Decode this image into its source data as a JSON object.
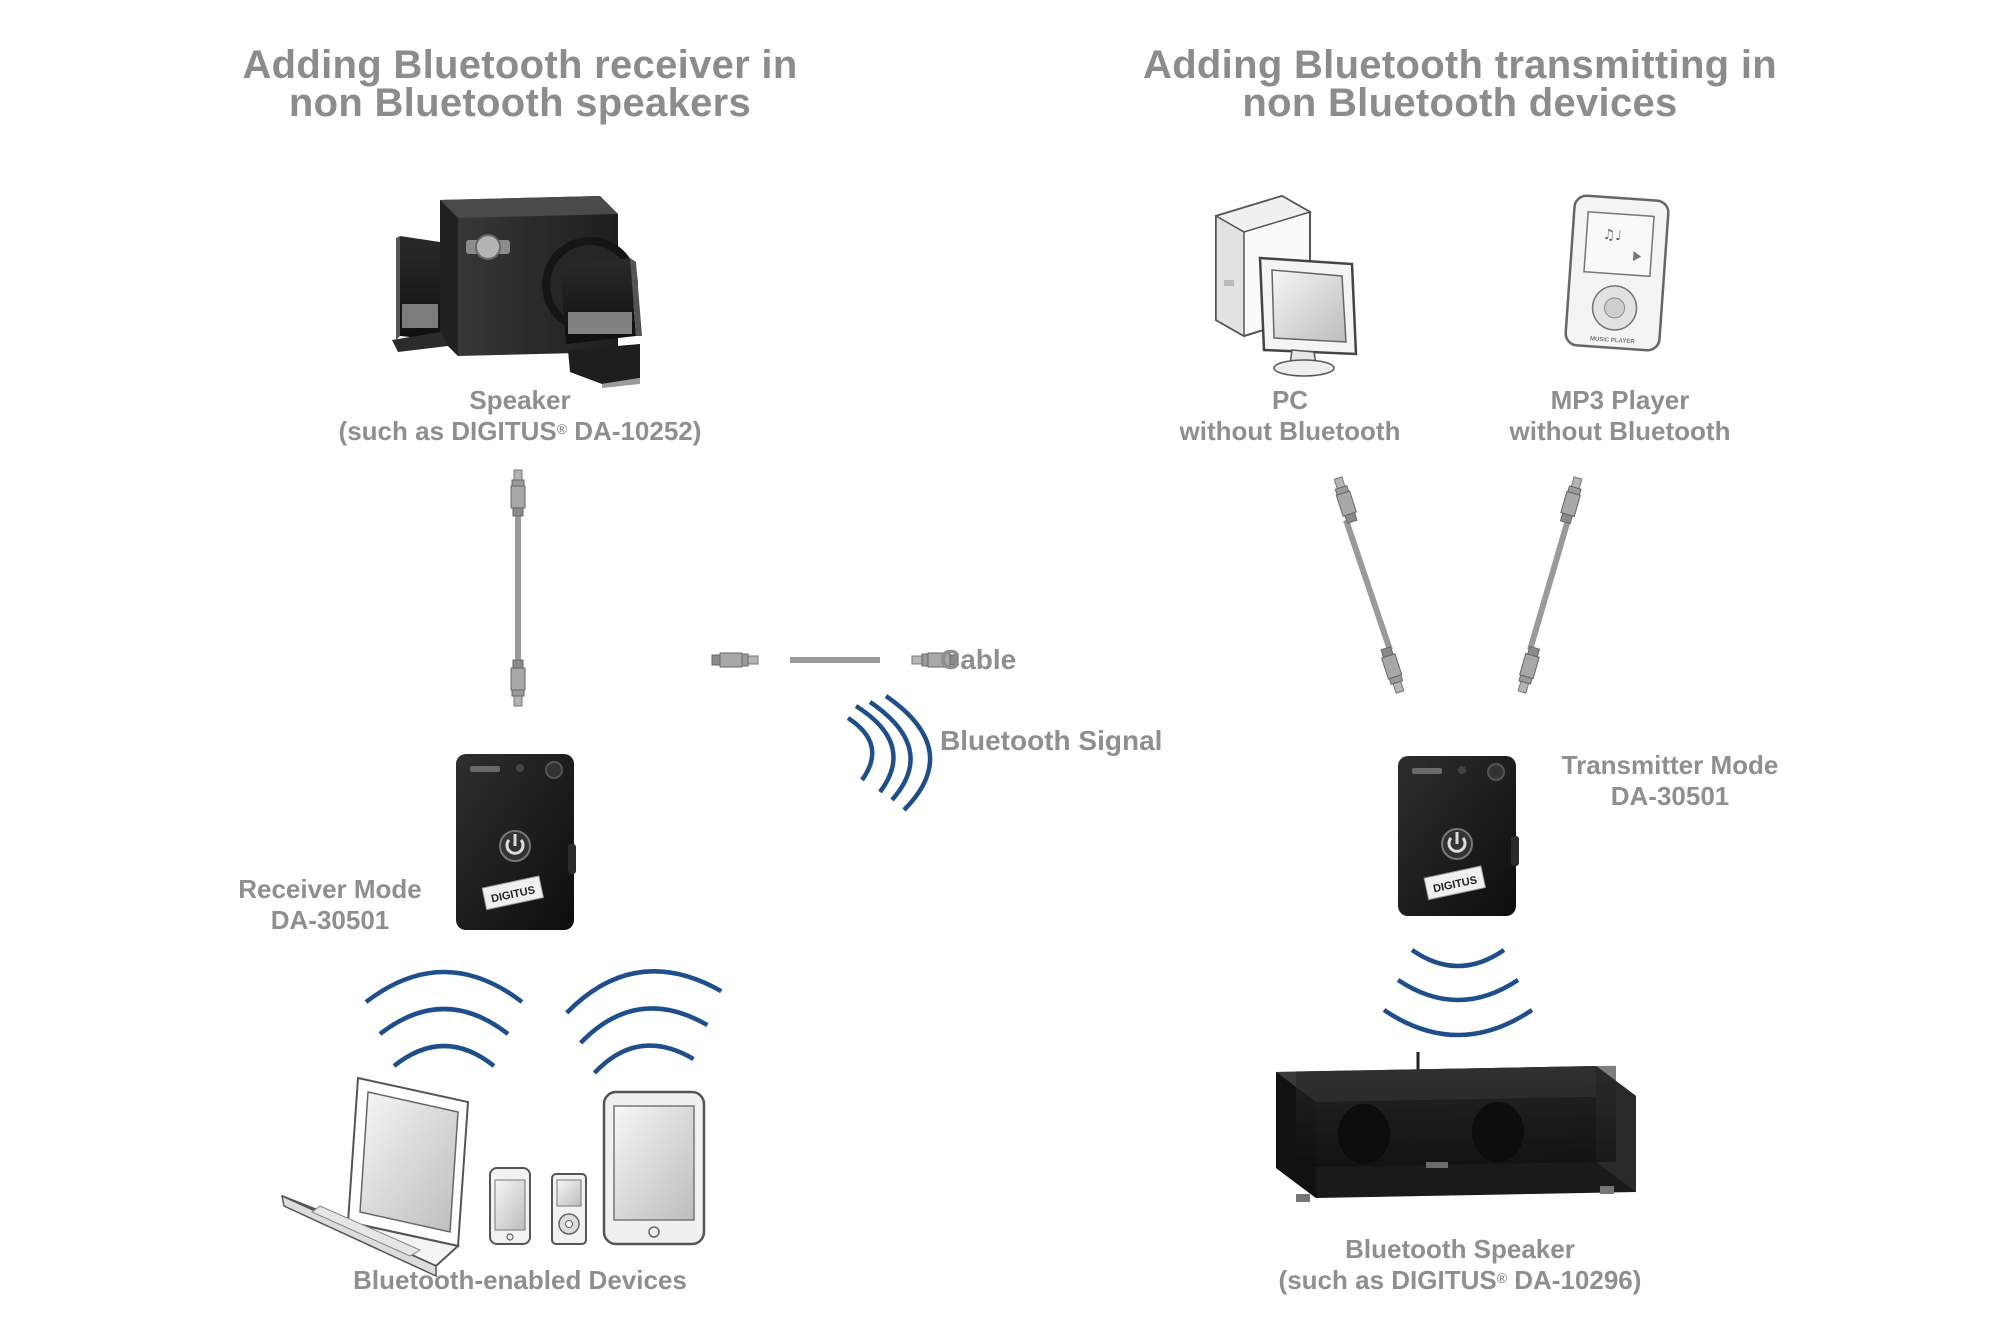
{
  "headings": {
    "left": {
      "line1": "Adding Bluetooth receiver in",
      "line2": "non Bluetooth speakers"
    },
    "right": {
      "line1": "Adding Bluetooth transmitting in",
      "line2": "non Bluetooth devices"
    }
  },
  "labels": {
    "speaker": {
      "line1": "Speaker",
      "line2_pre": "(such as DIGITUS",
      "line2_sup": "®",
      "line2_post": " DA-10252)"
    },
    "pc": {
      "line1": "PC",
      "line2": "without Bluetooth"
    },
    "mp3": {
      "line1": "MP3 Player",
      "line2": "without Bluetooth"
    },
    "receiver_mode": {
      "line1": "Receiver Mode",
      "line2": "DA-30501"
    },
    "transmitter_mode": {
      "line1": "Transmitter Mode",
      "line2": "DA-30501"
    },
    "bt_devices": "Bluetooth-enabled Devices",
    "bt_speaker": {
      "line1": "Bluetooth Speaker",
      "line2_pre": "(such as DIGITUS",
      "line2_sup": "®",
      "line2_post": " DA-10296)"
    }
  },
  "legend": {
    "cable": "Cable",
    "signal": "Bluetooth Signal"
  },
  "device_brand": "DIGITUS",
  "mp3_screen_text": "MUSIC PLAYER",
  "colors": {
    "heading_text": "#8c8c8c",
    "label_text": "#8f8f8f",
    "signal_blue": "#1f4e8c",
    "cable_gray": "#9a9a9a",
    "device_black": "#1b1b1b"
  },
  "icons": [
    "speaker-set-icon",
    "pc-icon",
    "mp3-player-icon",
    "bluetooth-adapter-icon",
    "laptop-icon",
    "phone-icon",
    "ipod-icon",
    "tablet-icon",
    "bluetooth-speaker-icon",
    "cable-icon",
    "bluetooth-signal-icon"
  ]
}
